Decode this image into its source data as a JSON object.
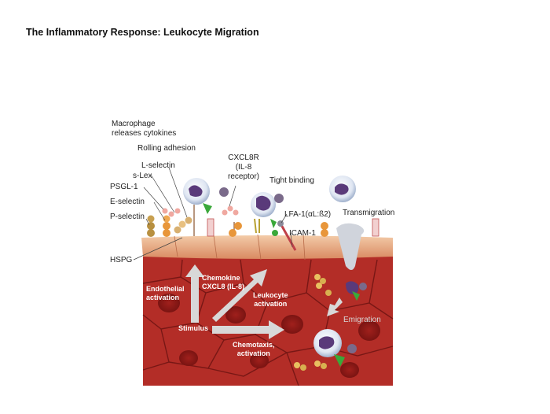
{
  "title": "The Inflammatory Response: Leukocyte Migration",
  "labels": {
    "macrophage_line1": "Macrophage",
    "macrophage_line2": "releases cytokines",
    "rolling_adhesion": "Rolling adhesion",
    "l_selectin": "L-selectin",
    "s_lex": "s-Lex",
    "psgl1": "PSGL-1",
    "e_selectin": "E-selectin",
    "p_selectin": "P-selectin",
    "hspg": "HSPG",
    "cxcl8r_line1": "CXCL8R",
    "cxcl8r_line2": "(IL-8",
    "cxcl8r_line3": "receptor)",
    "tight_binding": "Tight binding",
    "lfa1": "LFA-1(αL:ß2)",
    "icam1": "ICAM-1",
    "transmigration": "Transmigration",
    "endothelial_line1": "Endothelial",
    "endothelial_line2": "activation",
    "chemokine_line1": "Chemokine",
    "chemokine_line2": "CXCL8 (IL-8)",
    "leukocyte_line1": "Leukocyte",
    "leukocyte_line2": "activation",
    "stimulus": "Stimulus",
    "chemotaxis_line1": "Chemotaxis,",
    "chemotaxis_line2": "activation",
    "emigration": "Emigration"
  },
  "colors": {
    "tissue": "#b8302a",
    "tissue_dark": "#8e1d1a",
    "cell_border": "#6e1412",
    "endothelium": "#e8a07a",
    "endothelium_top": "#f0c4a0",
    "leukocyte": "#e6ecf5",
    "nucleus": "#5a3a7a",
    "receptor_green": "#3aa83a",
    "ball_orange": "#e8963a",
    "ball_tan": "#b89040",
    "arrow": "#d8d8d8"
  }
}
